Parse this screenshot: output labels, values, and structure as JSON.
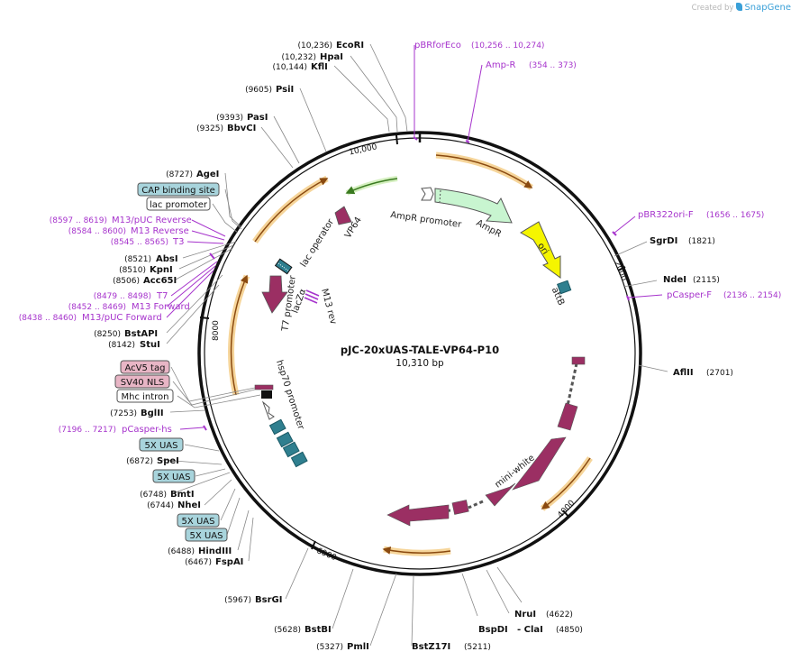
{
  "brand": {
    "created_by": "Created by",
    "product": "SnapGene"
  },
  "plasmid": {
    "name": "pJC-20xUAS-TALE-VP64-P10",
    "length": "10,310 bp"
  },
  "ticks": [
    "10,000",
    "2000",
    "4000",
    "6000",
    "8000"
  ],
  "enzymes": [
    {
      "name": "EcoRI",
      "pos": "(10,236)"
    },
    {
      "name": "HpaI",
      "pos": "(10,232)"
    },
    {
      "name": "KflI",
      "pos": "(10,144)"
    },
    {
      "name": "PsiI",
      "pos": "(9605)"
    },
    {
      "name": "PasI",
      "pos": "(9393)"
    },
    {
      "name": "BbvCI",
      "pos": "(9325)"
    },
    {
      "name": "AgeI",
      "pos": "(8727)"
    },
    {
      "name": "AbsI",
      "pos": "(8521)"
    },
    {
      "name": "KpnI",
      "pos": "(8510)"
    },
    {
      "name": "Acc65I",
      "pos": "(8506)"
    },
    {
      "name": "BstAPI",
      "pos": "(8250)"
    },
    {
      "name": "StuI",
      "pos": "(8142)"
    },
    {
      "name": "BglII",
      "pos": "(7253)"
    },
    {
      "name": "SpeI",
      "pos": "(6872)"
    },
    {
      "name": "BmtI",
      "pos": "(6748)"
    },
    {
      "name": "NheI",
      "pos": "(6744)"
    },
    {
      "name": "HindIII",
      "pos": "(6488)"
    },
    {
      "name": "FspAI",
      "pos": "(6467)"
    },
    {
      "name": "BsrGI",
      "pos": "(5967)"
    },
    {
      "name": "BstBI",
      "pos": "(5628)"
    },
    {
      "name": "PmlI",
      "pos": "(5327)"
    },
    {
      "name": "BstZ17I",
      "pos": "(5211)"
    },
    {
      "name": "BspDI",
      "pos": ""
    },
    {
      "name": "- ClaI",
      "pos": "(4850)"
    },
    {
      "name": "NruI",
      "pos": "(4622)"
    },
    {
      "name": "AflII",
      "pos": "(2701)"
    },
    {
      "name": "NdeI",
      "pos": "(2115)"
    },
    {
      "name": "SgrDI",
      "pos": "(1821)"
    }
  ],
  "primers": [
    {
      "name": "pBRforEco",
      "range": "(10,256 .. 10,274)"
    },
    {
      "name": "Amp-R",
      "range": "(354 .. 373)"
    },
    {
      "name": "pBR322ori-F",
      "range": "(1656 .. 1675)"
    },
    {
      "name": "pCasper-F",
      "range": "(2136 .. 2154)"
    },
    {
      "name": "M13/pUC Reverse",
      "range": "(8597 .. 8619)"
    },
    {
      "name": "M13 Reverse",
      "range": "(8584 .. 8600)"
    },
    {
      "name": "T3",
      "range": "(8545 .. 8565)"
    },
    {
      "name": "T7",
      "range": "(8479 .. 8498)"
    },
    {
      "name": "M13 Forward",
      "range": "(8452 .. 8469)"
    },
    {
      "name": "M13/pUC Forward",
      "range": "(8438 .. 8460)"
    },
    {
      "name": "pCasper-hs",
      "range": "(7196 .. 7217)"
    }
  ],
  "boxed_features": [
    {
      "name": "CAP binding site",
      "color": "#a8d4dc"
    },
    {
      "name": "lac promoter",
      "color": "#ffffff"
    },
    {
      "name": "AcV5 tag",
      "color": "#e8b5c5"
    },
    {
      "name": "SV40 NLS",
      "color": "#e8b5c5"
    },
    {
      "name": "Mhc intron",
      "color": "#ffffff"
    },
    {
      "name": "5X UAS",
      "color": "#a8d4dc"
    },
    {
      "name": "5X UAS",
      "color": "#a8d4dc"
    },
    {
      "name": "5X UAS",
      "color": "#a8d4dc"
    },
    {
      "name": "5X UAS",
      "color": "#a8d4dc"
    }
  ],
  "inner_features": {
    "ampr_promoter": "AmpR promoter",
    "ampr": "AmpR",
    "ori": "ori",
    "attb": "attB",
    "vp64": "VP64",
    "lac_operator": "lac operator",
    "lacz": "lacZα",
    "m13_rev": "M13 rev",
    "t7_promoter": "T7 promoter",
    "hsp70": "hsp70 promoter",
    "mini_white": "mini-white"
  },
  "colors": {
    "backbone": "#111111",
    "primer": "#a633cc",
    "orf_orange": "#f2a83a",
    "cds_maroon": "#9b2f63",
    "ampr_green": "#c8f5d0",
    "ori_yellow": "#f5f500",
    "uas_teal": "#2f7f8f",
    "vp64_green": "#5cb82f"
  }
}
